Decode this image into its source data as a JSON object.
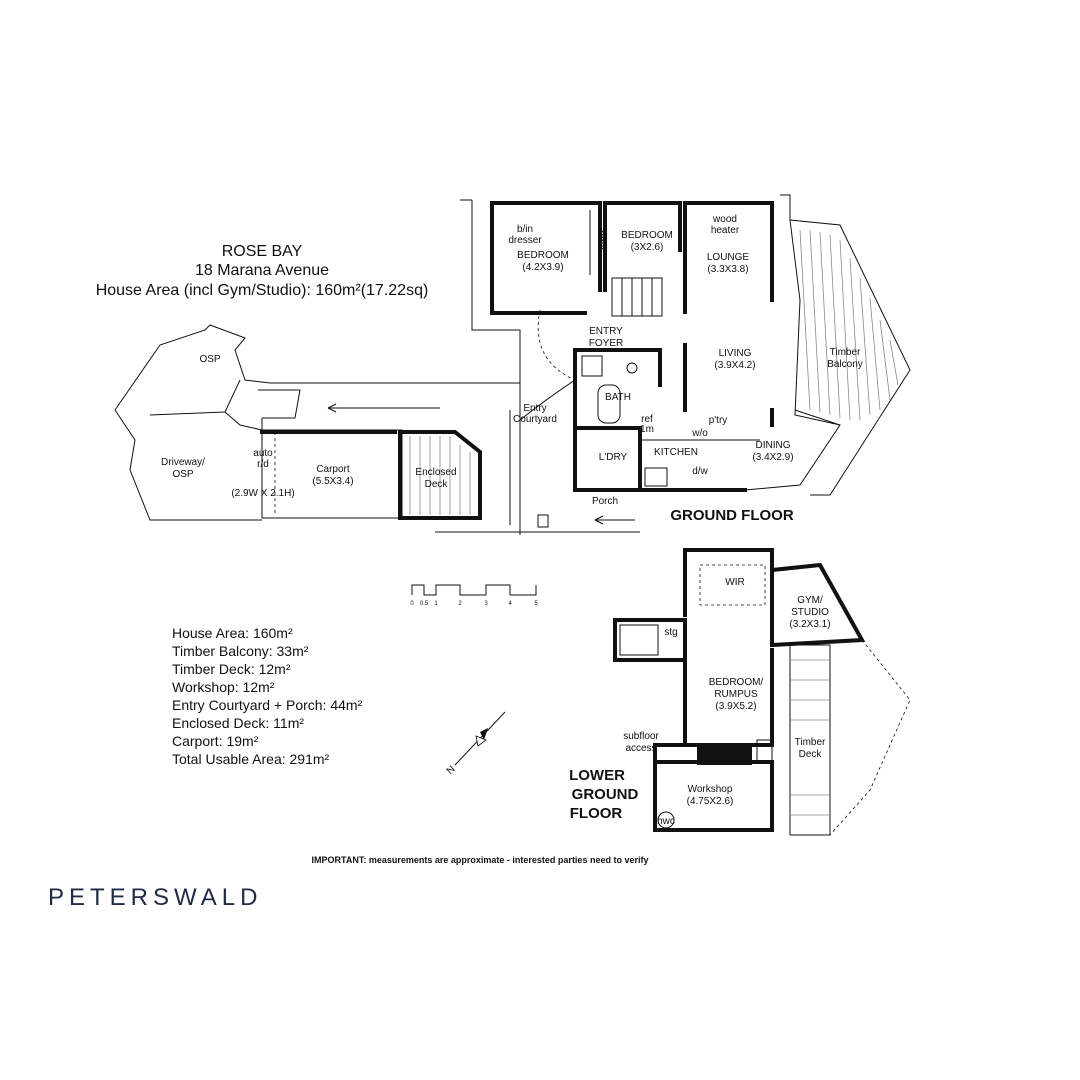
{
  "header": {
    "suburb": "ROSE BAY",
    "address": "18 Marana Avenue",
    "house_area": "House Area (incl Gym/Studio): 160m²(17.22sq)"
  },
  "floor_titles": {
    "ground": "GROUND FLOOR",
    "lower_1": "LOWER",
    "lower_2": "GROUND",
    "lower_3": "FLOOR"
  },
  "ground_rooms": {
    "bedroom1": "BEDROOM",
    "bedroom1_dim": "(4.2X3.9)",
    "bin_1": "b/in",
    "bin_2": "dresser",
    "robe": "robe",
    "bedroom2": "BEDROOM",
    "bedroom2_dim": "(3X2.6)",
    "wood_1": "wood",
    "wood_2": "heater",
    "lounge": "LOUNGE",
    "lounge_dim": "(3.3X3.8)",
    "entry_1": "ENTRY",
    "entry_2": "FOYER",
    "living": "LIVING",
    "living_dim": "(3.9X4.2)",
    "balcony_1": "Timber",
    "balcony_2": "Balcony",
    "bath": "BATH",
    "ref_1": "ref",
    "ref_2": "1m",
    "pantry": "p'try",
    "wo": "w/o",
    "dining": "DINING",
    "dining_dim": "(3.4X2.9)",
    "laundry": "L'DRY",
    "kitchen": "KITCHEN",
    "dw": "d/w",
    "porch": "Porch",
    "courtyard_1": "Entry",
    "courtyard_2": "Courtyard",
    "osp": "OSP",
    "driveway_1": "Driveway/",
    "driveway_2": "OSP",
    "auto_1": "auto",
    "auto_2": "r/d",
    "door_dim": "(2.9W X 2.1H)",
    "carport": "Carport",
    "carport_dim": "(5.5X3.4)",
    "enclosed_1": "Enclosed",
    "enclosed_2": "Deck"
  },
  "lower_rooms": {
    "wir": "WIR",
    "gym_1": "GYM/",
    "gym_2": "STUDIO",
    "gym_dim": "(3.2X3.1)",
    "stg": "stg",
    "rumpus_1": "BEDROOM/",
    "rumpus_2": "RUMPUS",
    "rumpus_dim": "(3.9X5.2)",
    "subfloor_1": "subfloor",
    "subfloor_2": "access",
    "deck_1": "Timber",
    "deck_2": "Deck",
    "workshop": "Workshop",
    "workshop_dim": "(4.75X2.6)",
    "hwc": "hwc"
  },
  "areas": [
    "House Area: 160m²",
    "Timber Balcony: 33m²",
    "Timber Deck: 12m²",
    "Workshop: 12m²",
    "Entry Courtyard + Porch: 44m²",
    "Enclosed Deck: 11m²",
    "Carport: 19m²",
    "Total Usable Area: 291m²"
  ],
  "scale_labels": [
    "0",
    "0.5",
    "1",
    "2",
    "3",
    "4",
    "5"
  ],
  "compass": "N",
  "disclaimer": "IMPORTANT: measurements are approximate - interested parties need to verify",
  "brand": "PETERSWALD",
  "colors": {
    "brand": "#1f2a44",
    "ink": "#111111"
  }
}
